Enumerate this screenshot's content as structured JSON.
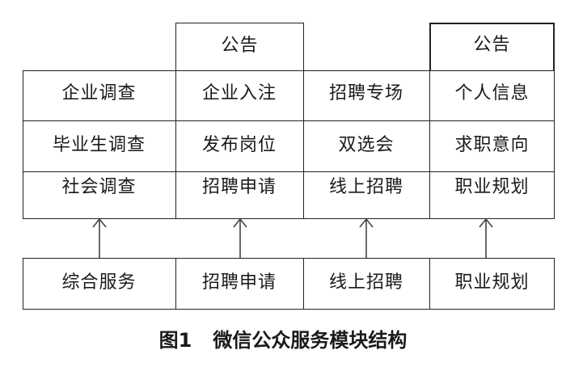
{
  "notices": {
    "col2": "公告",
    "col4": "公告"
  },
  "top_grid": {
    "columns": [
      {
        "items": [
          "企业调查",
          "毕业生调查",
          "社会调查"
        ]
      },
      {
        "items": [
          "企业入注",
          "发布岗位",
          "招聘申请"
        ]
      },
      {
        "items": [
          "招聘专场",
          "双选会",
          "线上招聘"
        ]
      },
      {
        "items": [
          "个人信息",
          "求职意向",
          "职业规划"
        ]
      }
    ]
  },
  "bottom_row": [
    "综合服务",
    "招聘申请",
    "线上招聘",
    "职业规划"
  ],
  "caption": {
    "figure": "图1",
    "title": "微信公众服务模块结构"
  }
}
